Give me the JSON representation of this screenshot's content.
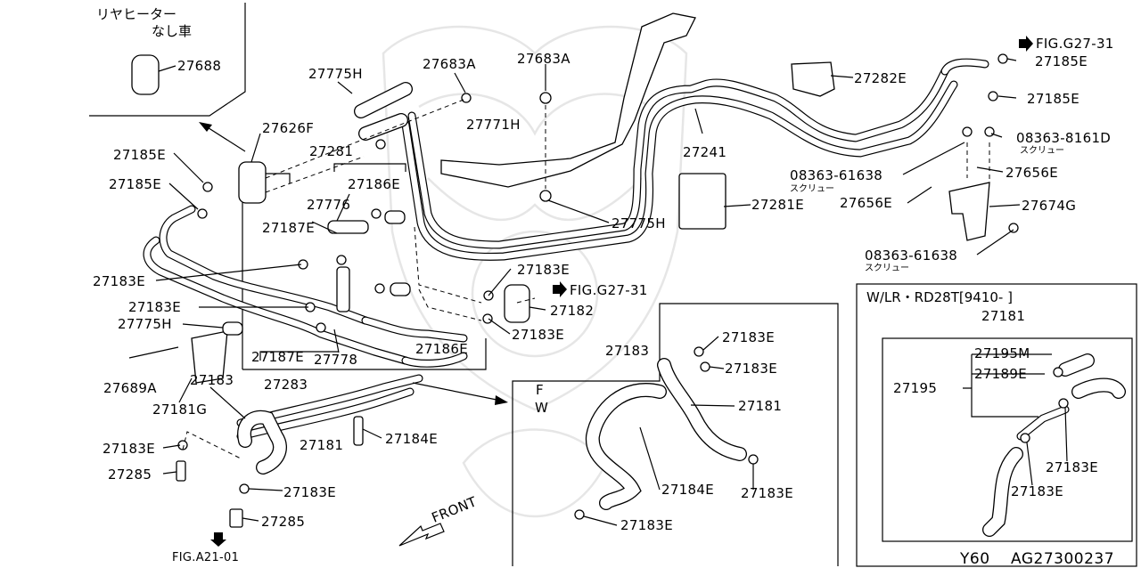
{
  "notes": {
    "no_rear_heater": [
      "リヤヒーター",
      "なし車"
    ],
    "variant_condition": "W/LR・RD28T[9410-    ]"
  },
  "footer": {
    "model": "Y60",
    "diagram_code": "AG27300237"
  },
  "front_label": "FRONT",
  "detail_letters": [
    "F",
    "W"
  ],
  "screw_label": "スクリュー",
  "fig_refs": [
    "FIG.G27-31",
    "FIG.G27-31",
    "FIG.A21-01"
  ],
  "part_labels": [
    "27688",
    "27775H",
    "27683A",
    "27683A",
    "27626F",
    "27771H",
    "27281",
    "27185E",
    "27185E",
    "27186E",
    "27776",
    "27187E",
    "27241",
    "27282E",
    "27185E",
    "27185E",
    "08363-8161D",
    "08363-61638",
    "27656E",
    "27656E",
    "27674G",
    "08363-61638",
    "27775H",
    "27281E",
    "27183E",
    "27183E",
    "27183E",
    "27182",
    "27183E",
    "27775H",
    "27187E",
    "27778",
    "27186E",
    "27283",
    "27689A",
    "27183",
    "27181G",
    "27181",
    "27184E",
    "27183E",
    "27285",
    "27183E",
    "27285",
    "27183",
    "27183E",
    "27183E",
    "27181",
    "27184E",
    "27183E",
    "27183E",
    "27181",
    "27195M",
    "27189E",
    "27195",
    "27183E",
    "27183E"
  ]
}
